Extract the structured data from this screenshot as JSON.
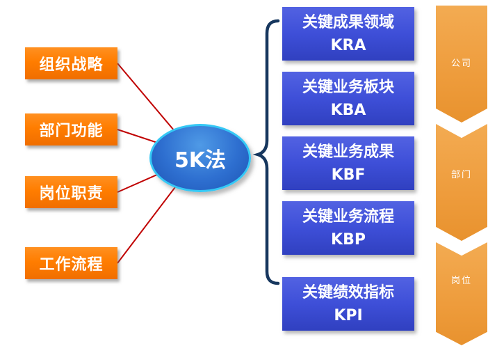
{
  "diagram": {
    "center": {
      "label": "5K法"
    },
    "inputs": [
      {
        "label": "组织战略"
      },
      {
        "label": "部门功能"
      },
      {
        "label": "岗位职责"
      },
      {
        "label": "工作流程"
      }
    ],
    "outputs": [
      {
        "title": "关键成果领域",
        "code": "KRA"
      },
      {
        "title": "关键业务板块",
        "code": "KBA"
      },
      {
        "title": "关键业务成果",
        "code": "KBF"
      },
      {
        "title": "关键业务流程",
        "code": "KBP"
      },
      {
        "title": "关键绩效指标",
        "code": "KPI"
      }
    ],
    "levels": [
      {
        "label": "公司"
      },
      {
        "label": "部门"
      },
      {
        "label": "岗位"
      }
    ],
    "colors": {
      "input_box": "#FF7D00",
      "output_box": "#3E4FD8",
      "level_chevron": "#EE9C3C",
      "connector_line": "#C00000",
      "brace": "#17375E",
      "ellipse_fill": "#2E6FD0",
      "ellipse_border": "#35C8F5",
      "text": "#FFFFFF"
    }
  }
}
